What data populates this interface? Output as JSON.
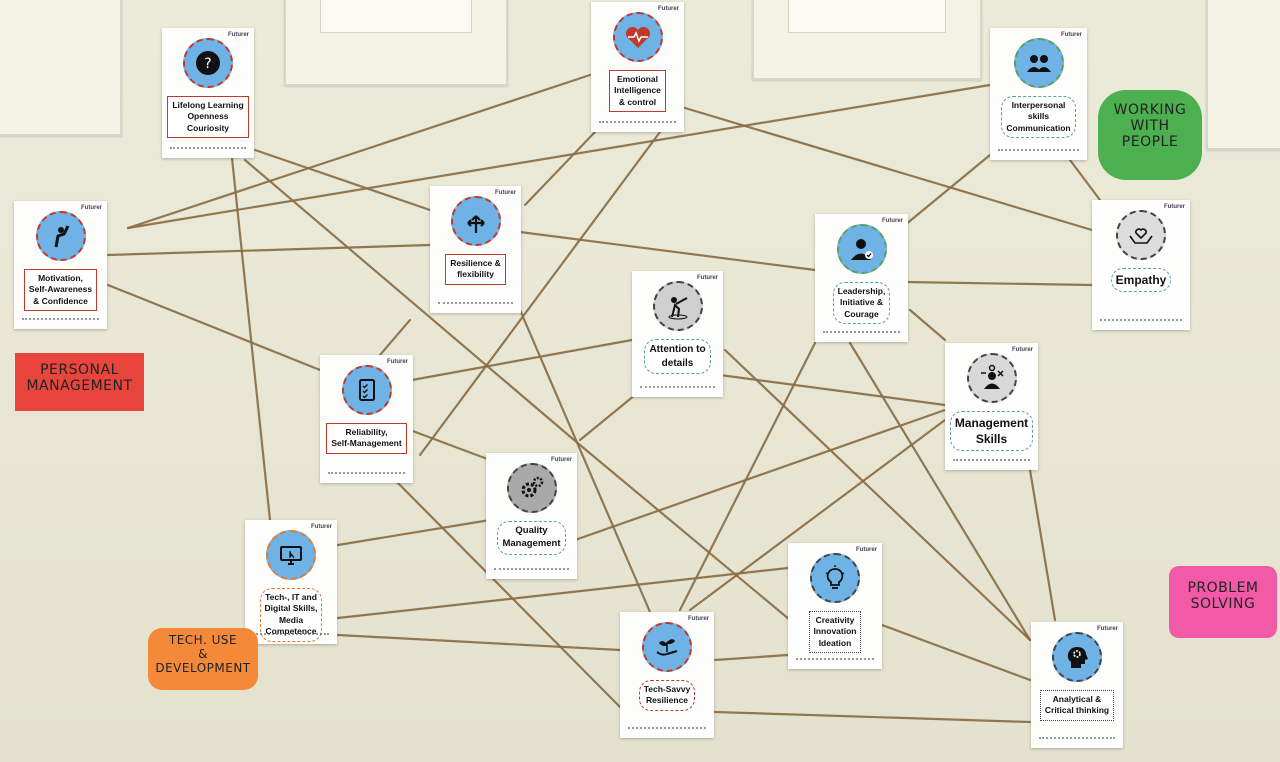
{
  "cards": {
    "lifelong": {
      "label": "Lifelong Learning\nOpenness\nCouriosity",
      "icon": "head-question-icon"
    },
    "emotional": {
      "label": "Emotional\nIntelligence\n& control",
      "icon": "heart-pulse-icon"
    },
    "interpersonal": {
      "label": "Interpersonal\nskills\nCommunication",
      "icon": "people-icon"
    },
    "motivation": {
      "label": "Motivation,\nSelf-Awareness\n& Confidence",
      "icon": "raised-hand-icon"
    },
    "resilience": {
      "label": "Resilience &\nflexibility",
      "icon": "split-arrows-icon"
    },
    "leadership": {
      "label": "Leadership,\nInitiative &\nCourage",
      "icon": "user-check-icon"
    },
    "empathy": {
      "label": "Empathy",
      "icon": "heart-hands-icon"
    },
    "attention": {
      "label": "Attention to\ndetails",
      "icon": "magnifier-figure-icon"
    },
    "reliability": {
      "label": "Reliability,\nSelf-Management",
      "icon": "clipboard-check-icon"
    },
    "management": {
      "label": "Management\nSkills",
      "icon": "tools-person-icon"
    },
    "quality": {
      "label": "Quality\nManagement",
      "icon": "gears-icon"
    },
    "tech": {
      "label": "Tech-, IT and\nDigital Skills,\nMedia\nCompetence",
      "icon": "monitor-icon"
    },
    "creativity": {
      "label": "Creativity\nInnovation\nIdeation",
      "icon": "lightbulb-icon"
    },
    "techsavvy": {
      "label": "Tech-Savvy\nResilience",
      "icon": "plant-hand-icon"
    },
    "analytical": {
      "label": "Analytical &\nCritical thinking",
      "icon": "brain-gear-icon"
    }
  },
  "notes": {
    "personal": {
      "text": "PERSONAL\nMANAGEMENT",
      "color": "#e8453c"
    },
    "working": {
      "text": "WORKING\nWITH\nPEOPLE",
      "color": "#4caf50"
    },
    "tech_use": {
      "text": "TECH. USE\n&\nDEVELOPMENT",
      "color": "#f5893a"
    },
    "problem": {
      "text": "PROBLEM\nSOLVING",
      "color": "#f25aa8"
    }
  },
  "brand": {
    "logo_text": "Futurer"
  }
}
